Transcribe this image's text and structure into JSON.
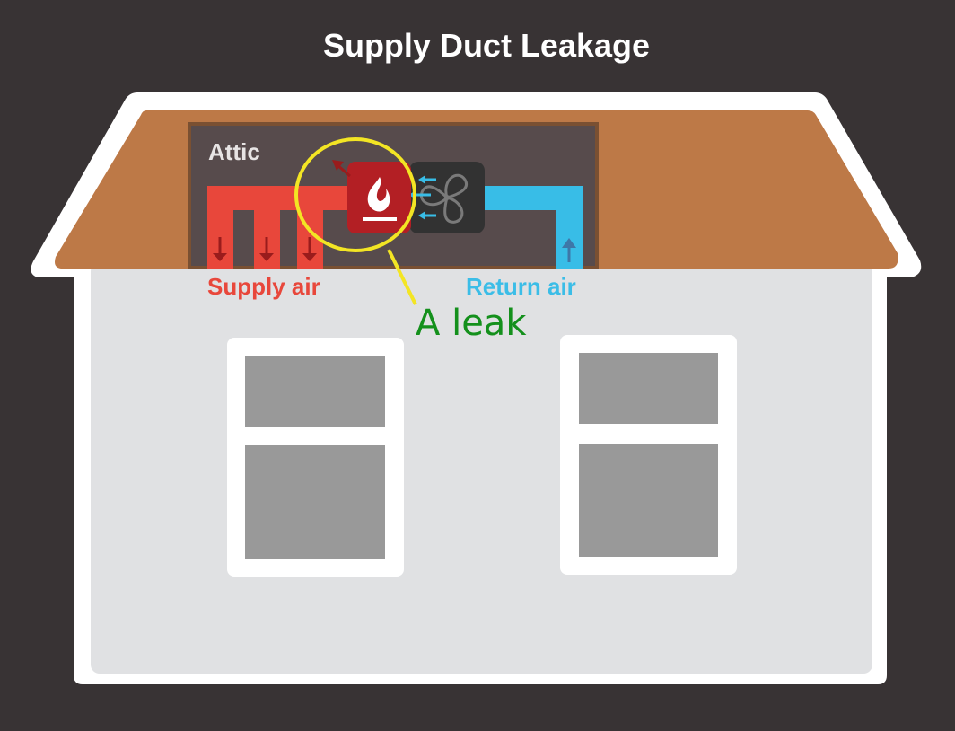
{
  "title": "Supply Duct Leakage",
  "labels": {
    "attic": "Attic",
    "supply_air": "Supply air",
    "return_air": "Return air",
    "annotation": "A leak"
  },
  "icons": {
    "furnace": "flame-icon",
    "blower": "fan-icon",
    "leak": "leak-arrow-icon"
  },
  "colors": {
    "background": "#383334",
    "roof": "#bd7947",
    "attic": "#574b4c",
    "wall": "#e0e1e3",
    "window_glass": "#999999",
    "supply_duct": "#e8473b",
    "return_duct": "#38bde7",
    "furnace": "#b31f24",
    "blower": "#323232",
    "highlight": "#f3e524",
    "annotation": "#14901c"
  }
}
